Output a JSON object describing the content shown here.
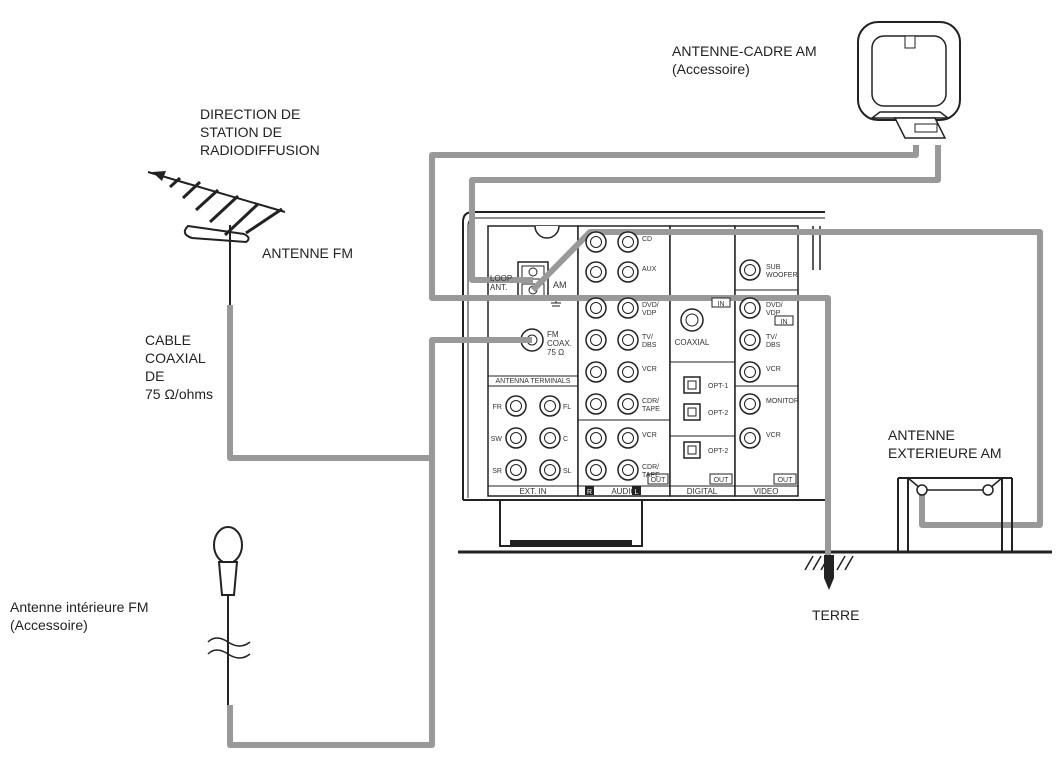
{
  "labels": {
    "am_loop": "ANTENNE-CADRE AM\n(Accessoire)",
    "direction": "DIRECTION DE\nSTATION DE\nRADIODIFFUSION",
    "fm_antenna": "ANTENNE FM",
    "coax_cable": "CABLE\nCOAXIAL\nDE\n75 Ω/ohms",
    "indoor_fm": "Antenne intérieure FM\n(Accessoire)",
    "outdoor_am": "ANTENNE\nEXTERIEURE AM",
    "ground": "TERRE"
  },
  "panel": {
    "loop_ant": "LOOP\nANT.",
    "am": "AM",
    "fm_coax": "FM\nCOAX.\n75 Ω",
    "antenna_terminals": "ANTENNA TERMINALS",
    "ext_in": "EXT. IN",
    "ext_channels": [
      "FR",
      "FL",
      "SW",
      "C",
      "SR",
      "SL"
    ],
    "audio_inputs": [
      "CD",
      "AUX",
      "DVD/\nVDP",
      "TV/\nDBS",
      "VCR",
      "CDR/\nTAPE",
      "VCR",
      "CDR/\nTAPE"
    ],
    "audio": "AUDIO",
    "audio_r": "R",
    "audio_l": "L",
    "coaxial": "COAXIAL",
    "optical": [
      "OPT-1",
      "OPT-2",
      "OPT-2"
    ],
    "digital": "DIGITAL",
    "in": "IN",
    "out": "OUT",
    "video_inputs": [
      "SUB\nWOOFER",
      "DVD/\nVDP",
      "TV/\nDBS",
      "VCR",
      "MONITOR",
      "VCR"
    ],
    "video": "VIDEO"
  },
  "colors": {
    "cable": "#999999",
    "line": "#222222"
  }
}
